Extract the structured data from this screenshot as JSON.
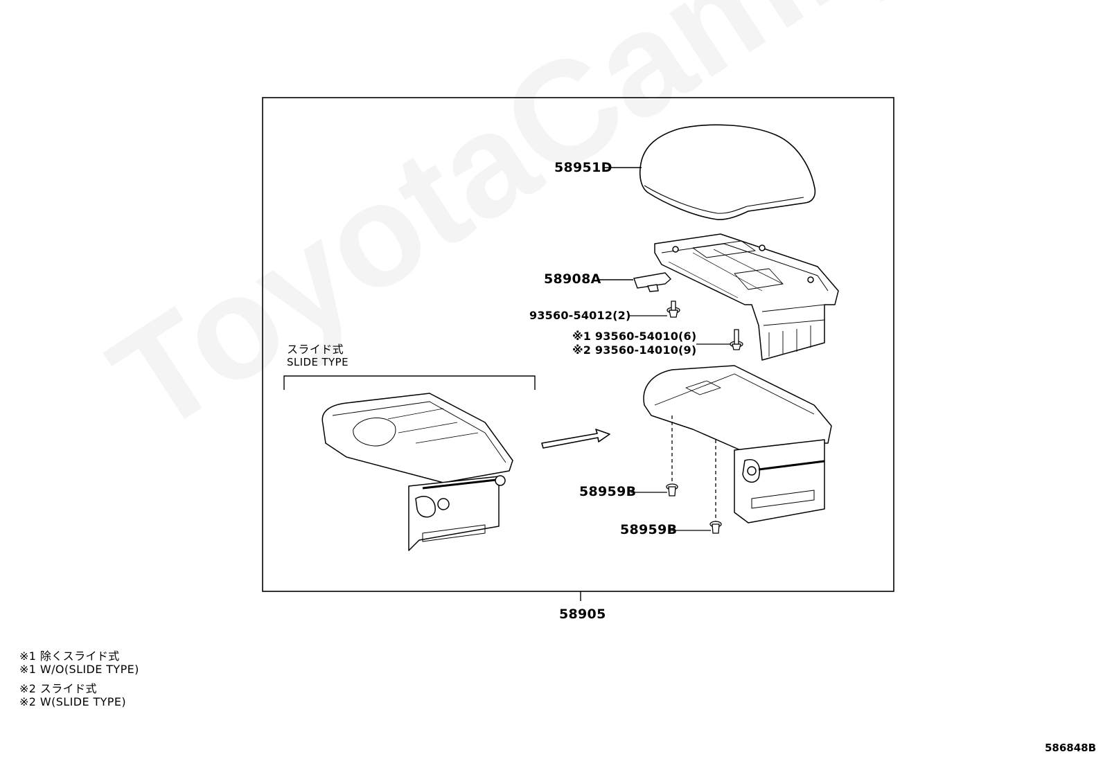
{
  "watermark": "ToyotaCamry.ru",
  "callouts": {
    "cover": "58951D",
    "clip": "58908A",
    "screw_a": "93560-54012(2)",
    "screw_b1": "※1 93560-54010(6)",
    "screw_b2": "※2 93560-14010(9)",
    "pin_1": "58959B",
    "pin_2": "58959B",
    "assembly": "58905"
  },
  "slide_type": {
    "jp": "スライド式",
    "en": "SLIDE TYPE"
  },
  "notes": [
    "※1 除くスライド式",
    "※1 W/O(SLIDE  TYPE)",
    "※2 スライド式",
    "※2 W(SLIDE TYPE)"
  ],
  "figure_ref": "586848B"
}
